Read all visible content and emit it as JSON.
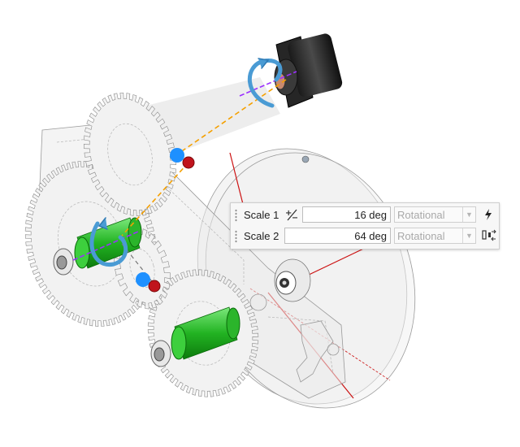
{
  "scale_panel": {
    "rows": [
      {
        "label": "Scale 1",
        "value": "16 deg",
        "type": "Rotational",
        "icon": "lightning-icon",
        "has_sign_toggle": true
      },
      {
        "label": "Scale 2",
        "value": "64 deg",
        "type": "Rotational",
        "icon": "swap-icon",
        "has_sign_toggle": false
      }
    ],
    "sign_toggle_icon": "plus-minus-icon",
    "dropdown_icon": "chevron-down-icon"
  },
  "colors": {
    "selected_part": "#2fc42f",
    "handle_blue": "#1e90ff",
    "handle_red": "#c0141c",
    "coupling_line": "#f5a000",
    "axis_line": "#9b30ff",
    "disc_edge": "#cc1111",
    "rotate_arrow": "#4a9bd4"
  }
}
